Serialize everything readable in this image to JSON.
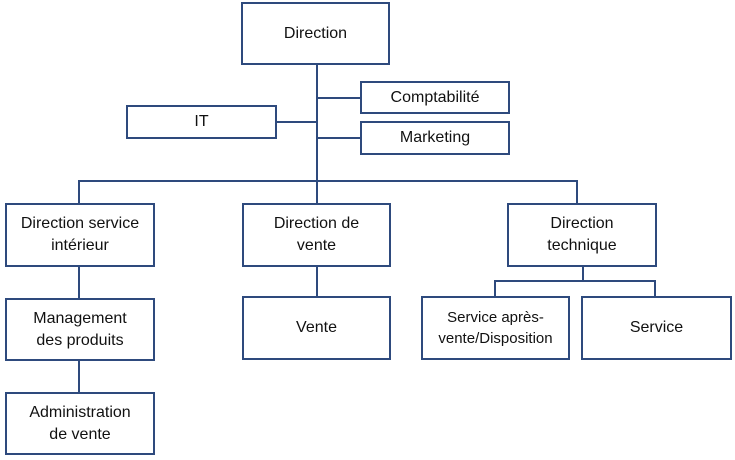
{
  "colors": {
    "border": "#2e4a7d",
    "text": "#111111",
    "background": "#ffffff"
  },
  "org_chart": {
    "root": "Direction",
    "staff_right": [
      "Comptabilité",
      "Marketing"
    ],
    "staff_left": [
      "IT"
    ],
    "departments": [
      {
        "name": "Direction service\nintérieur",
        "children": [
          "Management\ndes produits",
          "Administration\nde vente"
        ]
      },
      {
        "name": "Direction de\nvente",
        "children": [
          "Vente"
        ]
      },
      {
        "name": "Direction\ntechnique",
        "children": [
          "Service après-\nvente/Disposition",
          "Service"
        ]
      }
    ]
  }
}
